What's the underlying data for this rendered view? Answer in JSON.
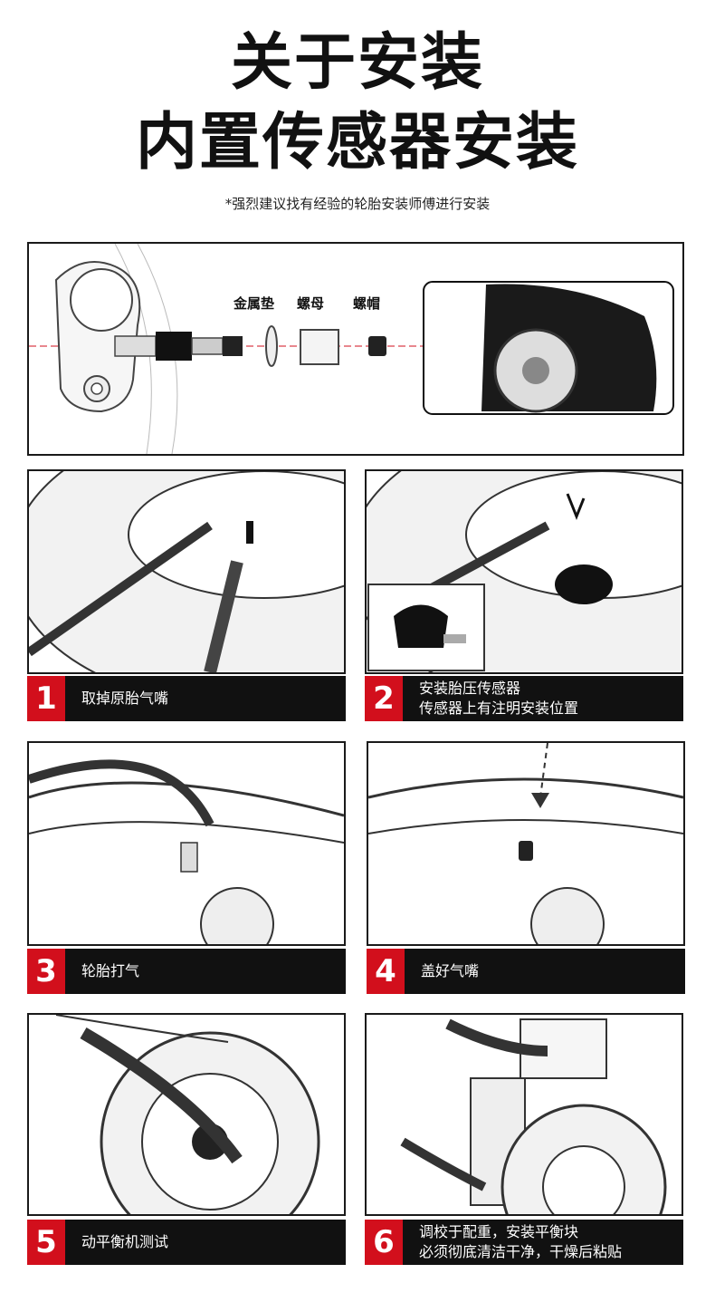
{
  "title_line1": "关于安装",
  "title_line2": "内置传感器安装",
  "note": "*强烈建议找有经验的轮胎安装师傅进行安装",
  "parts": {
    "washer": "金属垫",
    "nut": "螺母",
    "cap": "螺帽"
  },
  "steps": [
    {
      "num": "1",
      "lines": [
        "取掉原胎气嘴"
      ]
    },
    {
      "num": "2",
      "lines": [
        "安装胎压传感器",
        "传感器上有注明安装位置"
      ]
    },
    {
      "num": "3",
      "lines": [
        "轮胎打气"
      ]
    },
    {
      "num": "4",
      "lines": [
        "盖好气嘴"
      ]
    },
    {
      "num": "5",
      "lines": [
        "动平衡机测试"
      ]
    },
    {
      "num": "6",
      "lines": [
        "调校于配重，安装平衡块",
        "必须彻底清洁干净，干燥后粘贴"
      ]
    }
  ],
  "colors": {
    "accent": "#d20f1c",
    "bar": "#111111"
  }
}
